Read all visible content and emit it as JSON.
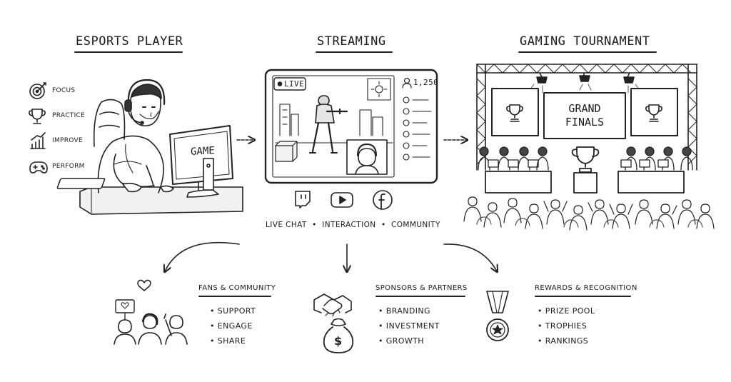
{
  "headings": {
    "player": "ESPORTS PLAYER",
    "streaming": "STREAMING",
    "tournament": "GAMING TOURNAMENT"
  },
  "player": {
    "skills": [
      {
        "label": "FOCUS",
        "icon": "target-icon"
      },
      {
        "label": "PRACTICE",
        "icon": "trophy-icon"
      },
      {
        "label": "IMPROVE",
        "icon": "bar-chart-icon"
      },
      {
        "label": "PERFORM",
        "icon": "gamepad-icon"
      }
    ],
    "monitor_text": "GAME"
  },
  "stream": {
    "live_badge": "LIVE",
    "viewer_count": "1,250",
    "platforms": [
      "twitch-icon",
      "youtube-icon",
      "facebook-icon"
    ],
    "features": "LIVE CHAT  •  INTERACTION  •  COMMUNITY"
  },
  "tournament": {
    "banner": "GRAND\nFINALS"
  },
  "sections": {
    "fans": {
      "title": "FANS & COMMUNITY",
      "items": [
        "SUPPORT",
        "ENGAGE",
        "SHARE"
      ]
    },
    "sponsors": {
      "title": "SPONSORS & PARTNERS",
      "items": [
        "BRANDING",
        "INVESTMENT",
        "GROWTH"
      ]
    },
    "rewards": {
      "title": "REWARDS & RECOGNITION",
      "items": [
        "PRIZE POOL",
        "TROPHIES",
        "RANKINGS"
      ]
    }
  },
  "money_symbol": "$"
}
